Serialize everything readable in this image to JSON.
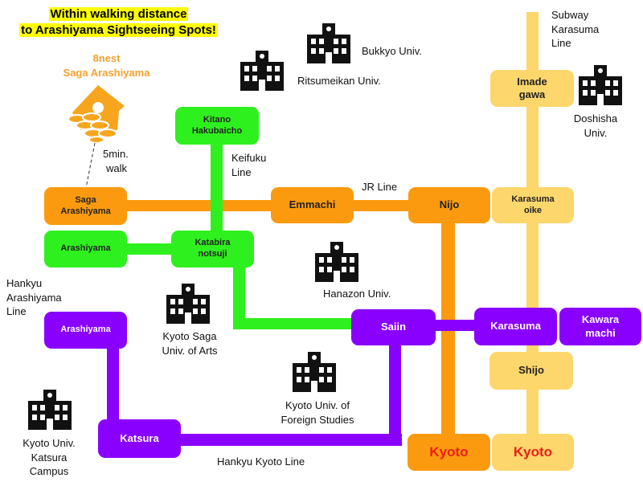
{
  "title": {
    "line1": "Within walking distance",
    "line2": "to Arashiyama Sightseeing Spots!"
  },
  "hotel": {
    "name1": "8nest",
    "name2": "Saga Arashiyama",
    "walk1": "5min.",
    "walk2": "walk",
    "icon": "house-honeycomb-icon"
  },
  "lines": {
    "jr": "JR Line",
    "keifuku1": "Keifuku",
    "keifuku2": "Line",
    "subway1": "Subway",
    "subway2": "Karasuma",
    "subway3": "Line",
    "hankyu_arashiyama1": "Hankyu",
    "hankyu_arashiyama2": "Arashiyama",
    "hankyu_arashiyama3": "Line",
    "hankyu_kyoto": "Hankyu Kyoto Line"
  },
  "colors": {
    "jr": "#fb9a0f",
    "subway": "#fdd66c",
    "keifuku": "#2ef01e",
    "hankyu": "#8a00ff",
    "kyoto_text": "#e8201a"
  },
  "stations": {
    "saga_arashiyama1": "Saga",
    "saga_arashiyama2": "Arashiyama",
    "emmachi": "Emmachi",
    "nijo": "Nijo",
    "kyoto_jr": "Kyoto",
    "imadegawa1": "Imade",
    "imadegawa2": "gawa",
    "karasuma_oike1": "Karasuma",
    "karasuma_oike2": "oike",
    "shijo": "Shijo",
    "kyoto_subway": "Kyoto",
    "kitano1": "Kitano",
    "kitano2": "Hakubaicho",
    "katabira1": "Katabira",
    "katabira2": "notsuji",
    "arashiyama_keifuku": "Arashiyama",
    "arashiyama_hankyu": "Arashiyama",
    "katsura": "Katsura",
    "saiin": "Saiin",
    "karasuma": "Karasuma",
    "kawaramachi1": "Kawara",
    "kawaramachi2": "machi"
  },
  "universities": {
    "bukkyo": "Bukkyo Univ.",
    "ritsumeikan": "Ritsumeikan Univ.",
    "doshisha1": "Doshisha",
    "doshisha2": "Univ.",
    "hanazon": "Hanazon Univ.",
    "saga_arts1": "Kyoto Saga",
    "saga_arts2": "Univ. of Arts",
    "foreign1": "Kyoto Univ. of",
    "foreign2": "Foreign Studies",
    "katsura1": "Kyoto Univ.",
    "katsura2": "Katsura",
    "katsura3": "Campus"
  }
}
